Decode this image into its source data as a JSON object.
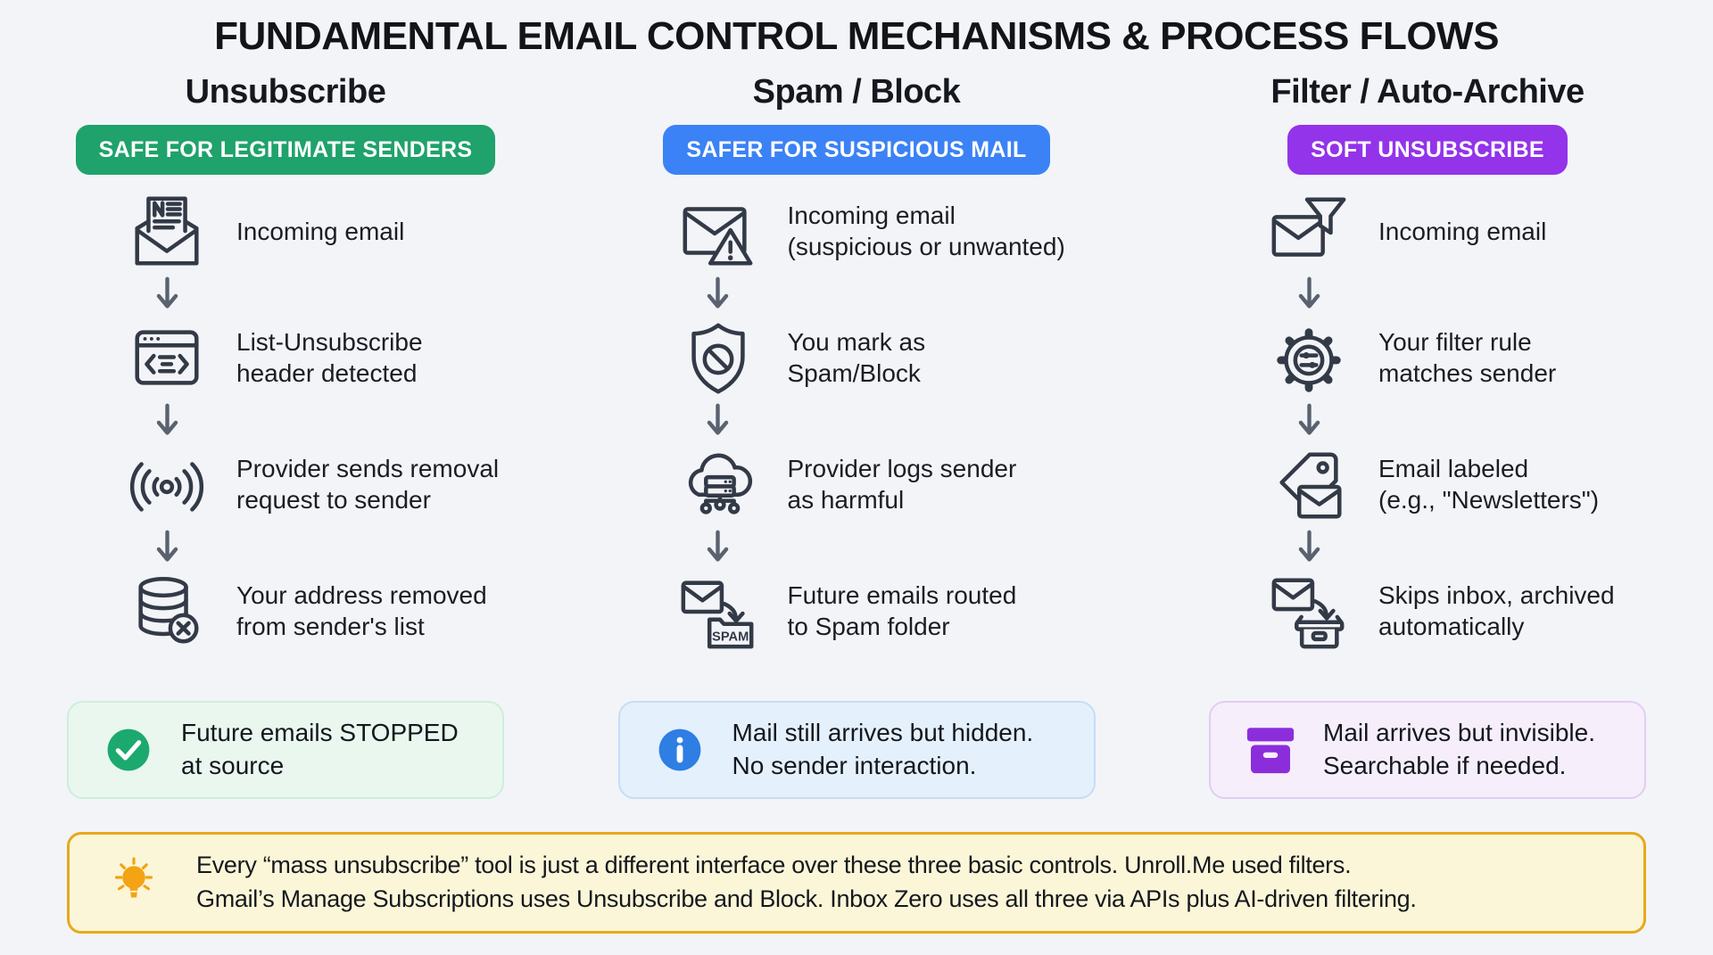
{
  "title": "FUNDAMENTAL EMAIL CONTROL MECHANISMS & PROCESS FLOWS",
  "colors": {
    "background": "#f3f4f7",
    "icon_stroke": "#333a47",
    "arrow": "#5a6270",
    "badge_green": "#1fa26b",
    "badge_blue": "#3b82f6",
    "badge_purple": "#9333ea",
    "result_green_bg": "#e9f7ef",
    "result_blue_bg": "#e4f0fc",
    "result_purple_bg": "#f6eefb",
    "note_bg": "#fcf6d8",
    "note_border": "#e8a81d",
    "bulb": "#f3a313"
  },
  "columns": [
    {
      "header": "Unsubscribe",
      "badge": {
        "label": "SAFE FOR LEGITIMATE SENDERS",
        "color": "#1fa26b"
      },
      "steps": [
        {
          "icon": "newsletter-email-icon",
          "text": "Incoming email"
        },
        {
          "icon": "list-unsubscribe-header-icon",
          "text": "List-Unsubscribe\nheader detected"
        },
        {
          "icon": "broadcast-request-icon",
          "text": "Provider sends removal\nrequest to sender"
        },
        {
          "icon": "database-remove-icon",
          "text": "Your address removed\nfrom sender's list"
        }
      ],
      "result": {
        "icon": "check-circle-icon",
        "text": "Future emails STOPPED\nat source"
      }
    },
    {
      "header": "Spam / Block",
      "badge": {
        "label": "SAFER FOR SUSPICIOUS MAIL",
        "color": "#3b82f6"
      },
      "steps": [
        {
          "icon": "mail-warning-icon",
          "text": "Incoming email\n(suspicious or unwanted)"
        },
        {
          "icon": "shield-block-icon",
          "text": "You mark as\nSpam/Block"
        },
        {
          "icon": "cloud-server-icon",
          "text": "Provider logs sender\nas harmful"
        },
        {
          "icon": "mail-to-spam-folder-icon",
          "text": "Future emails routed\nto Spam folder"
        }
      ],
      "result": {
        "icon": "info-circle-icon",
        "text": "Mail still arrives but hidden.\nNo sender interaction."
      }
    },
    {
      "header": "Filter / Auto-Archive",
      "badge": {
        "label": "SOFT UNSUBSCRIBE",
        "color": "#9333ea"
      },
      "steps": [
        {
          "icon": "mail-filter-icon",
          "text": "Incoming email"
        },
        {
          "icon": "filter-rule-gear-icon",
          "text": "Your filter rule\nmatches sender"
        },
        {
          "icon": "label-tag-icon",
          "text": "Email labeled\n(e.g., \"Newsletters\")"
        },
        {
          "icon": "mail-to-archive-icon",
          "text": "Skips inbox, archived\nautomatically"
        }
      ],
      "result": {
        "icon": "archive-box-icon",
        "text": "Mail arrives but invisible.\nSearchable if needed."
      }
    }
  ],
  "note": {
    "icon": "lightbulb-icon",
    "text": "Every “mass unsubscribe” tool is just a different interface over these three basic controls. Unroll.Me used filters.\nGmail’s Manage Subscriptions uses Unsubscribe and Block. Inbox Zero uses all three via APIs plus AI-driven filtering."
  }
}
